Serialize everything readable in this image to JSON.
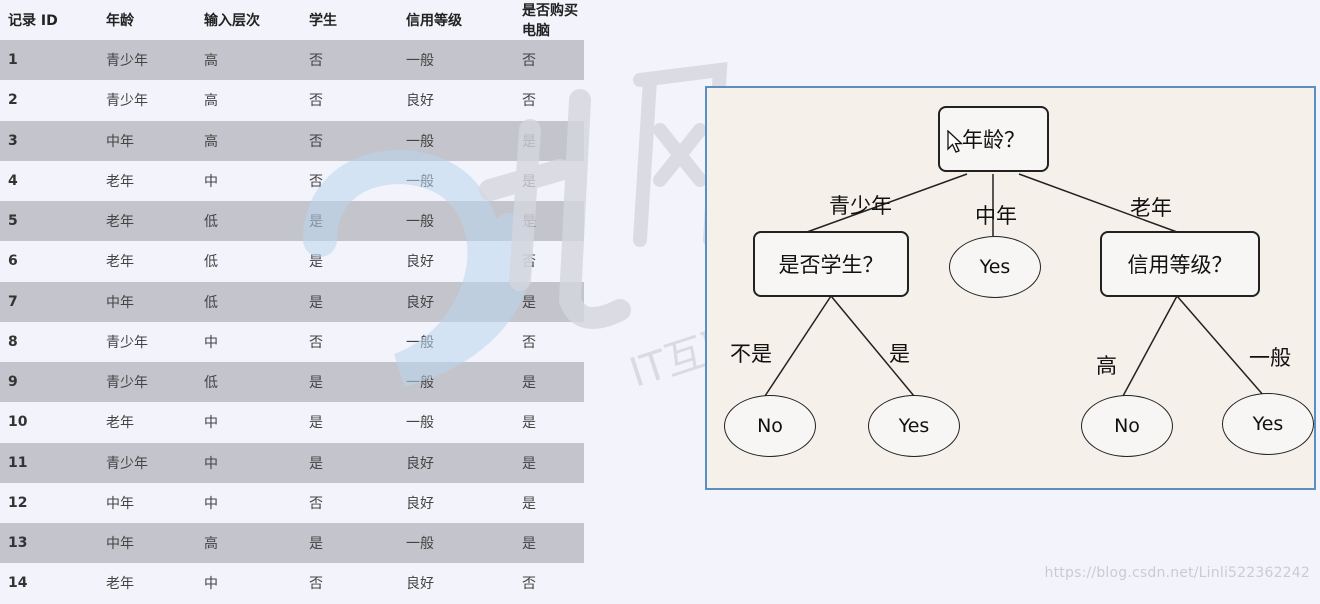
{
  "table": {
    "headers": [
      "记录 ID",
      "年龄",
      "输入层次",
      "学生",
      "信用等级",
      "是否购买电脑"
    ],
    "rows": [
      [
        "1",
        "青少年",
        "高",
        "否",
        "一般",
        "否"
      ],
      [
        "2",
        "青少年",
        "高",
        "否",
        "良好",
        "否"
      ],
      [
        "3",
        "中年",
        "高",
        "否",
        "一般",
        "是"
      ],
      [
        "4",
        "老年",
        "中",
        "否",
        "一般",
        "是"
      ],
      [
        "5",
        "老年",
        "低",
        "是",
        "一般",
        "是"
      ],
      [
        "6",
        "老年",
        "低",
        "是",
        "良好",
        "否"
      ],
      [
        "7",
        "中年",
        "低",
        "是",
        "良好",
        "是"
      ],
      [
        "8",
        "青少年",
        "中",
        "否",
        "一般",
        "否"
      ],
      [
        "9",
        "青少年",
        "低",
        "是",
        "一般",
        "是"
      ],
      [
        "10",
        "老年",
        "中",
        "是",
        "一般",
        "是"
      ],
      [
        "11",
        "青少年",
        "中",
        "是",
        "良好",
        "是"
      ],
      [
        "12",
        "中年",
        "中",
        "否",
        "良好",
        "是"
      ],
      [
        "13",
        "中年",
        "高",
        "是",
        "一般",
        "是"
      ],
      [
        "14",
        "老年",
        "中",
        "否",
        "良好",
        "否"
      ]
    ]
  },
  "tree": {
    "root": "年龄？",
    "student_node": "是否学生？",
    "credit_node": "信用等级？",
    "middle_leaf": "Yes",
    "student_no_leaf": "No",
    "student_yes_leaf": "Yes",
    "credit_high_leaf": "No",
    "credit_normal_leaf": "Yes",
    "edges": {
      "youth": "青少年",
      "middle": "中年",
      "old": "老年",
      "not_student": "不是",
      "is_student": "是",
      "high": "高",
      "normal": "一般"
    }
  },
  "watermark": {
    "brand_text": "IT互联网教育领先品牌",
    "url": "https://blog.csdn.net/Linli522362242"
  },
  "colors": {
    "stripe": "#c4c5cc",
    "panel_border": "#5a8fc0",
    "panel_bg": "#f5f0ea",
    "watermark_blue": "#b9d6ee",
    "watermark_orange": "#f5c9a0"
  }
}
